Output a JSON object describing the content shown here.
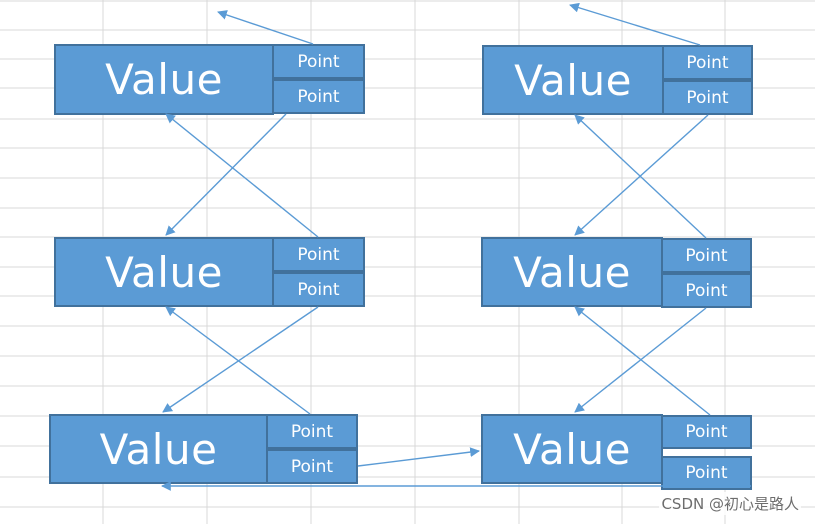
{
  "colors": {
    "box_fill": "#5b9bd5",
    "box_border": "#41719c",
    "arrow": "#5b9bd5",
    "grid": "#d9d9d9",
    "text": "#ffffff"
  },
  "nodes": {
    "left_top": {
      "value": "Value",
      "point1": "Point",
      "point2": "Point"
    },
    "left_mid": {
      "value": "Value",
      "point1": "Point",
      "point2": "Point"
    },
    "left_bottom": {
      "value": "Value",
      "point1": "Point",
      "point2": "Point"
    },
    "right_top": {
      "value": "Value",
      "point1": "Point",
      "point2": "Point"
    },
    "right_mid": {
      "value": "Value",
      "point1": "Point",
      "point2": "Point"
    },
    "right_bottom": {
      "value": "Value",
      "point1": "Point",
      "point2": "Point"
    }
  },
  "watermark": "CSDN @初心是路人"
}
